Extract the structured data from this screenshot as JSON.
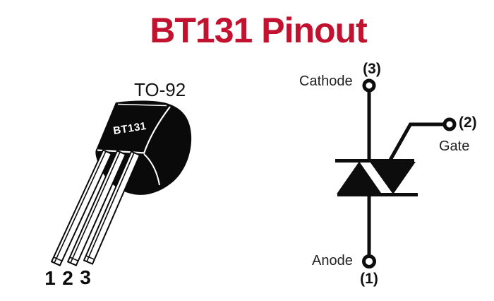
{
  "title": "BT131 Pinout",
  "package": {
    "type_label": "TO-92",
    "part_label": "BT131",
    "pin_numbers": [
      "1",
      "2",
      "3"
    ]
  },
  "schematic": {
    "terminals": {
      "cathode": {
        "label": "Cathode",
        "pin": "(3)"
      },
      "gate": {
        "label": "Gate",
        "pin": "(2)"
      },
      "anode": {
        "label": "Anode",
        "pin": "(1)"
      }
    }
  },
  "colors": {
    "title_red": "#c1122f",
    "ink_black": "#0d0d0d",
    "label_gray": "#1f1f1f",
    "package_black": "#0a0a0a",
    "background": "#ffffff"
  }
}
